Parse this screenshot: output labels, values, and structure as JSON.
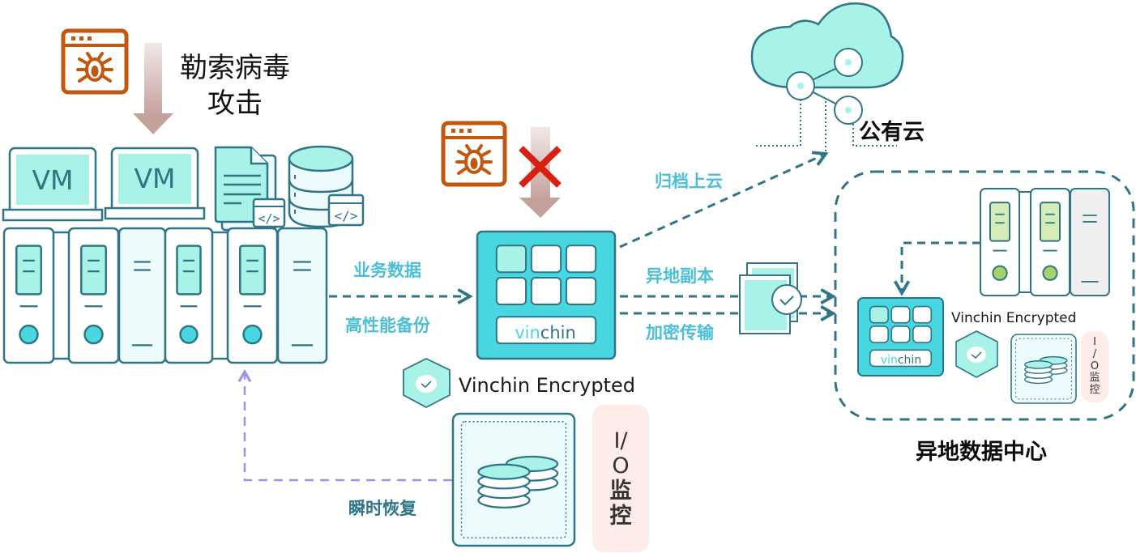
{
  "colors": {
    "teal_dark": "#2f7586",
    "teal_fill": "#48d6e0",
    "mint": "#a8f2e8",
    "pale": "#eefbfc",
    "orange": "#c4570f",
    "red_x": "#d92010",
    "lavender": "#9a93e6",
    "green": "#a5d36a",
    "green_pale": "#d6ecb6",
    "io_bg": "#fdece7",
    "label_cyan": "#4bbfd6"
  },
  "attack": {
    "title_line1": "勒索病毒",
    "title_line2": "攻击",
    "icon": "bug-window-icon"
  },
  "source": {
    "vm_labels": [
      "VM",
      "VM"
    ],
    "file_icon": "document-code-icon",
    "db_icon": "database-code-icon",
    "code_glyph": "</>"
  },
  "flows": {
    "business_data": "业务数据",
    "high_perf_backup": "高性能备份",
    "instant_recovery": "瞬时恢复",
    "archive_to_cloud": "归档上云",
    "offsite_copy": "异地副本",
    "encrypted_transfer": "加密传输"
  },
  "vinchin": {
    "brand_part1": "vin",
    "brand_part2": "chin",
    "encrypted_label": "Vinchin Encrypted",
    "io_line1": "I/",
    "io_line2": "O",
    "io_line3": "监",
    "io_line4": "控"
  },
  "cloud": {
    "label": "公有云"
  },
  "remote_dc": {
    "label": "异地数据中心",
    "encrypted_label": "Vinchin Encrypted",
    "io_line1": "I",
    "io_line2": "/",
    "io_line3": "O",
    "io_line4": "监",
    "io_line5": "控"
  }
}
